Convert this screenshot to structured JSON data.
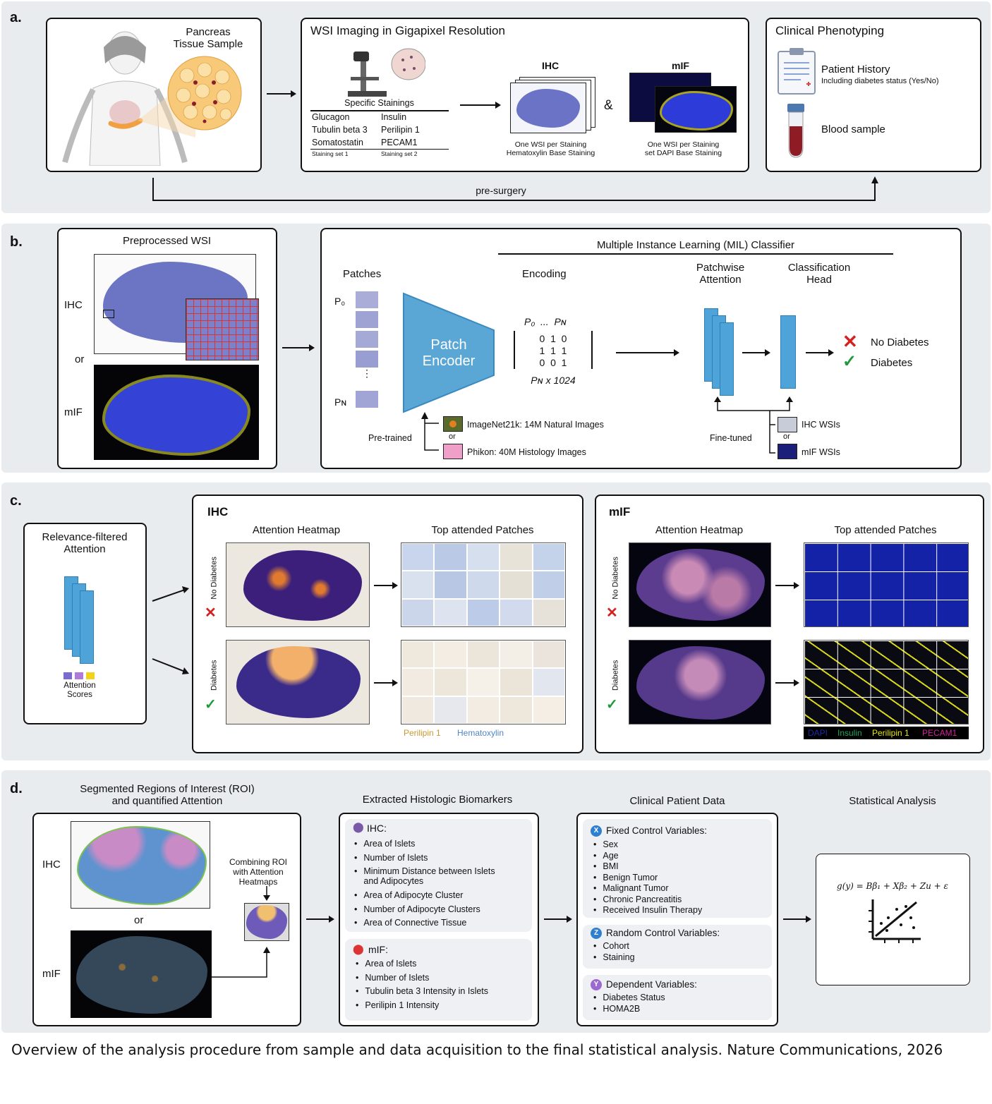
{
  "panel_a": {
    "label": "a.",
    "pancreas_title": "Pancreas\nTissue Sample",
    "wsi_title": "WSI Imaging in Gigapixel Resolution",
    "specific_stainings": "Specific Stainings",
    "stainings_rows": [
      [
        "Glucagon",
        "Insulin"
      ],
      [
        "Tubulin beta 3",
        "Perilipin 1"
      ],
      [
        "Somatostatin",
        "PECAM1"
      ]
    ],
    "staining_set_1": "Staining set 1",
    "staining_set_2": "Staining set 2",
    "ihc_label": "IHC",
    "mif_label": "mIF",
    "amp": "&",
    "ihc_caption": "One WSI per Staining\nHematoxylin Base Staining",
    "mif_caption": "One WSI per Staining\nset DAPI Base Staining",
    "clinical_title": "Clinical Phenotyping",
    "patient_history": "Patient History",
    "patient_history_sub": "Including diabetes status (Yes/No)",
    "blood_sample": "Blood sample",
    "pre_surgery": "pre-surgery"
  },
  "panel_b": {
    "label": "b.",
    "preprocessed_title": "Preprocessed WSI",
    "ihc": "IHC",
    "or": "or",
    "mif": "mIF",
    "mil_title": "Multiple Instance Learning (MIL) Classifier",
    "patches": "Patches",
    "p0": "P₀",
    "pn": "Pɴ",
    "encoder": "Patch\nEncoder",
    "encoding": "Encoding",
    "matrix_header": "P₀  ...  Pɴ",
    "matrix_rows": [
      "0  1  0",
      "1  1  1",
      "0  0  1"
    ],
    "matrix_dim": "Pɴ x 1024",
    "patchwise_attention": "Patchwise\nAttention",
    "classification_head": "Classification\nHead",
    "no_diabetes": "No Diabetes",
    "diabetes": "Diabetes",
    "pretrained": "Pre-trained",
    "imagenet": "ImageNet21k: 14M Natural Images",
    "phikon": "Phikon: 40M Histology Images",
    "finetuned": "Fine-tuned",
    "ihc_wsis": "IHC WSIs",
    "mif_wsis": "mIF WSIs",
    "or_small": "or"
  },
  "panel_c": {
    "label": "c.",
    "relevance_title": "Relevance-filtered\nAttention",
    "attention_scores": "Attention\nScores",
    "ihc_title": "IHC",
    "mif_title": "mIF",
    "attention_heatmap": "Attention Heatmap",
    "top_patches": "Top attended Patches",
    "no_diabetes": "No Diabetes",
    "diabetes": "Diabetes",
    "legend_ihc": [
      "Perilipin 1",
      "Hematoxylin"
    ],
    "legend_mif": [
      "DAPI",
      "Insulin",
      "Perilipin 1",
      "PECAM1"
    ],
    "colors": {
      "perilipin_ihc": "#c79a2e",
      "hematoxylin": "#4f86c6",
      "dapi": "#1b2aa8",
      "insulin": "#22a35a",
      "perilipin_mif": "#e6e600",
      "pecam1": "#d4209a"
    }
  },
  "panel_d": {
    "label": "d.",
    "roi_title": "Segmented Regions of Interest (ROI)\nand quantified Attention",
    "ihc": "IHC",
    "or": "or",
    "mif": "mIF",
    "combining": "Combining ROI\nwith Attention\nHeatmaps",
    "biomarkers_title": "Extracted Histologic Biomarkers",
    "ihc_head": "IHC:",
    "ihc_items": [
      "Area of Islets",
      "Number of Islets",
      "Minimum Distance between Islets\nand Adipocytes",
      "Area of Adipocyte Cluster",
      "Number of Adipocyte Clusters",
      "Area of Connective Tissue"
    ],
    "mif_head": "mIF:",
    "mif_items": [
      "Area of Islets",
      "Number of Islets",
      "Tubulin beta 3 Intensity in Islets",
      "Perilipin 1 Intensity"
    ],
    "clinical_title": "Clinical Patient Data",
    "fixed_head": "Fixed Control Variables:",
    "fixed_icon": "X",
    "fixed_items": [
      "Sex",
      "Age",
      "BMI",
      "Benign Tumor",
      "Malignant Tumor",
      "Chronic Pancreatitis",
      "Received Insulin Therapy"
    ],
    "random_head": "Random Control Variables:",
    "random_icon": "Z",
    "random_items": [
      "Cohort",
      "Staining"
    ],
    "dependent_head": "Dependent Variables:",
    "dependent_icon": "Y",
    "dependent_items": [
      "Diabetes Status",
      "HOMA2B"
    ],
    "stats_title": "Statistical Analysis",
    "formula": "g(y) = Bβ₁ + Xβ₂ + Zu + ε"
  },
  "caption": "Overview of the analysis procedure from sample and data acquisition to the final statistical analysis. Nature Communications, 2026"
}
